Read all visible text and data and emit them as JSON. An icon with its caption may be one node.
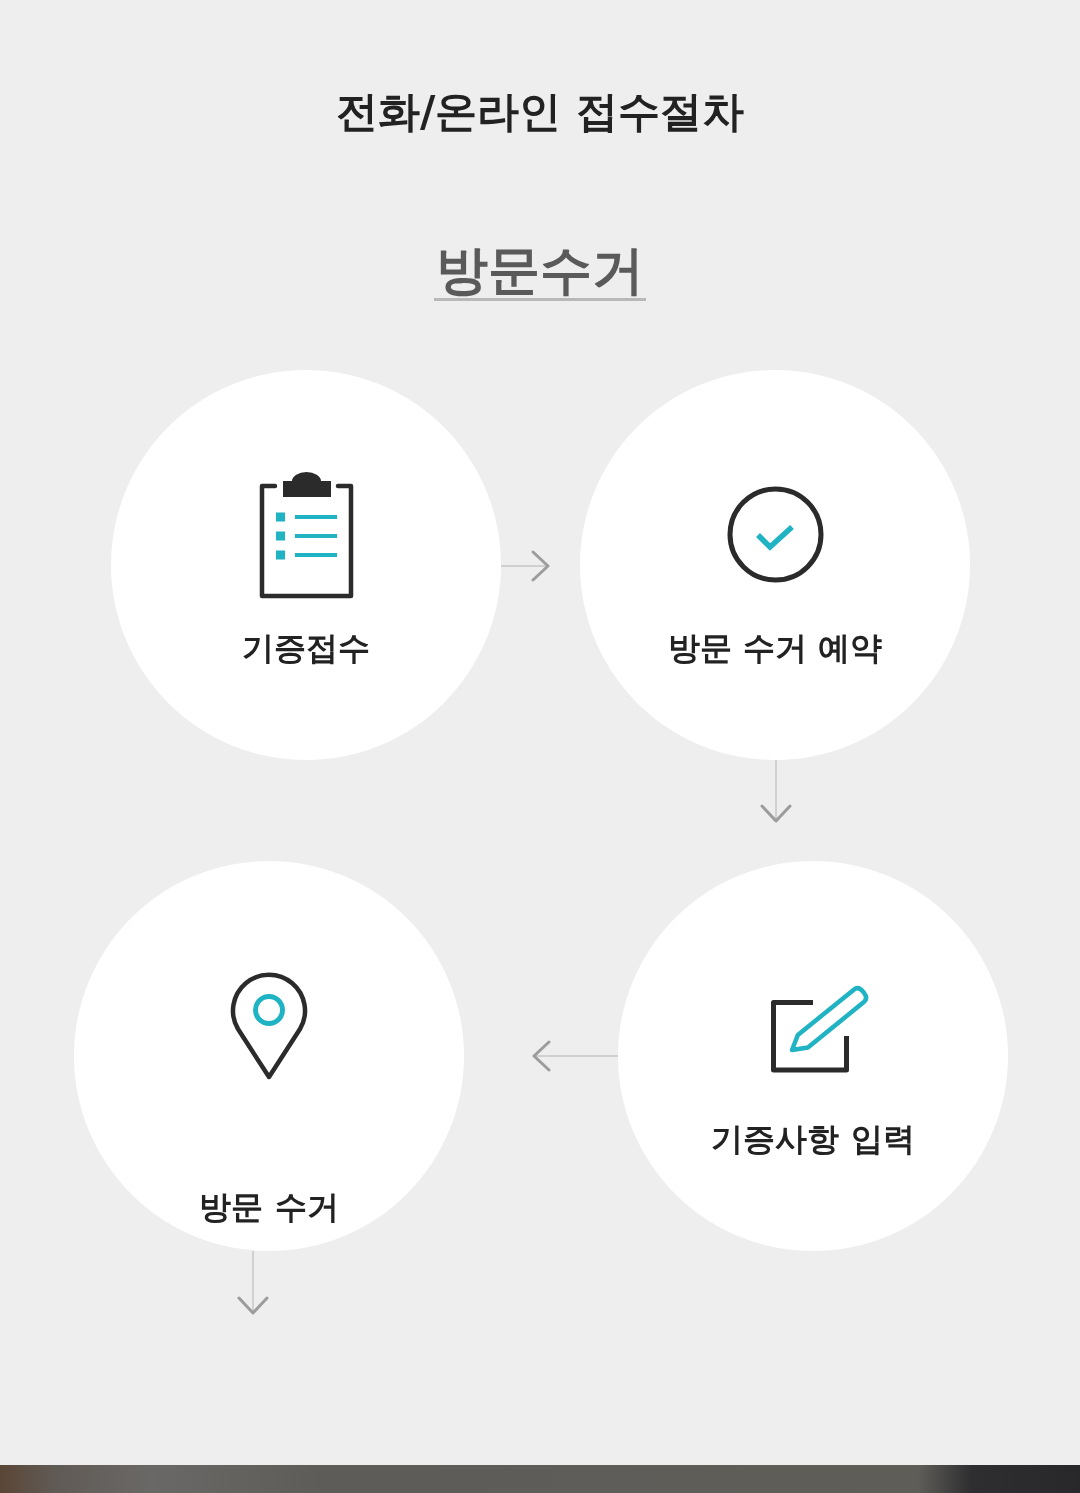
{
  "diagram": {
    "title": "전화/온라인 접수절차",
    "nodes": [
      {
        "text": [
          "기증접수"
        ]
      },
      {
        "text": [
          "방문 수거 예약"
        ]
      },
      {
        "text": [
          "방문 수거"
        ]
      },
      {
        "text": [
          "기증사항 입력"
        ]
      }
    ],
    "edges": [
      {
        "from": 0,
        "to": 1,
        "arrow": "to"
      },
      {
        "from": 1,
        "to": 3,
        "arrow": "to"
      },
      {
        "from": 3,
        "to": 2,
        "arrow": "to"
      },
      {
        "from": 2,
        "to": null,
        "arrow": "to"
      }
    ],
    "labels": [
      "방문수거"
    ]
  }
}
